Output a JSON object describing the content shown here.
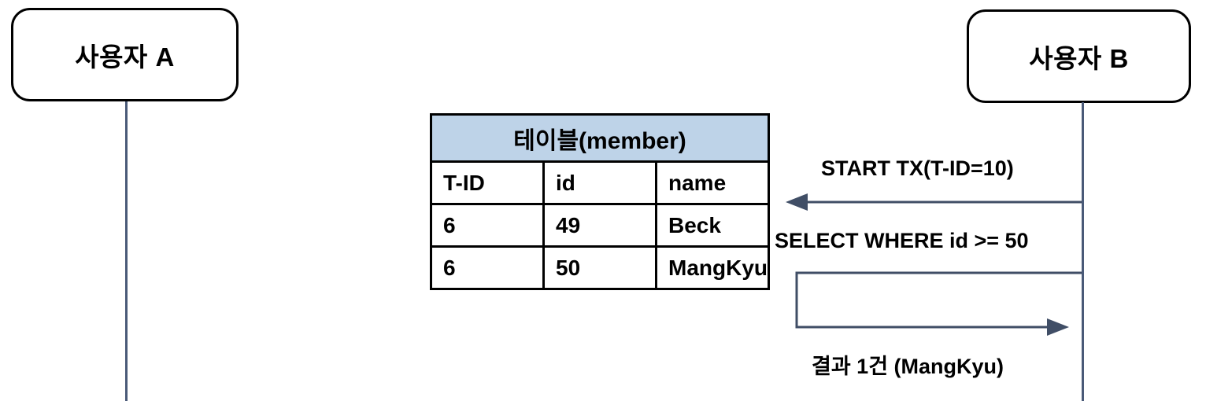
{
  "diagram": {
    "type": "sequence-diagram",
    "actors": [
      {
        "id": "a",
        "label": "사용자 A"
      },
      {
        "id": "b",
        "label": "사용자 B"
      }
    ],
    "table": {
      "caption": "테이블(member)",
      "columns": [
        "T-ID",
        "id",
        "name"
      ],
      "rows": [
        [
          "6",
          "49",
          "Beck"
        ],
        [
          "6",
          "50",
          "MangKyu"
        ]
      ]
    },
    "messages": [
      {
        "id": "start-tx",
        "label": "START TX(T-ID=10)",
        "direction": "right-to-left"
      },
      {
        "id": "select",
        "label": "SELECT WHERE id >= 50",
        "direction": "right-to-left"
      },
      {
        "id": "result",
        "label": "결과 1건 (MangKyu)",
        "direction": "left-to-right"
      }
    ],
    "colors": {
      "table_header_fill": "#bed3e8",
      "connector": "#404e66",
      "lifeline": "#4a5a78",
      "actor_border": "#000000",
      "text": "#000000",
      "background": "#ffffff"
    }
  }
}
